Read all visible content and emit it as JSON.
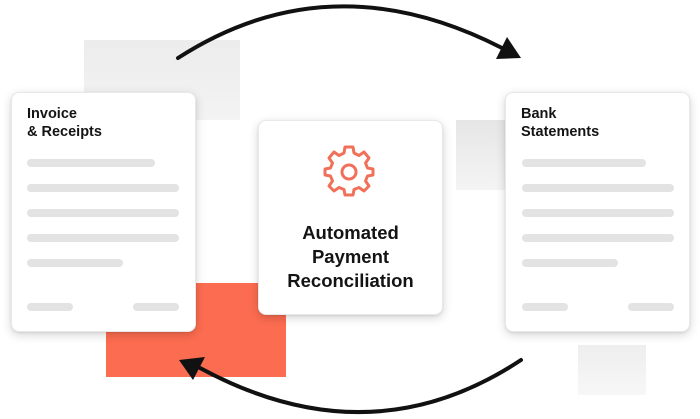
{
  "invoice_card": {
    "title": "Invoice\n& Receipts",
    "icon": "document-icon"
  },
  "bank_card": {
    "title": "Bank\nStatements",
    "icon": "document-icon"
  },
  "center_card": {
    "title": "Automated\nPayment\nReconciliation",
    "icon": "gear-icon"
  },
  "colors": {
    "accent": "#fc6c50",
    "gear": "#f0705a",
    "text": "#141414",
    "placeholder_bar": "#e3e3e3",
    "arrow": "#111111"
  }
}
